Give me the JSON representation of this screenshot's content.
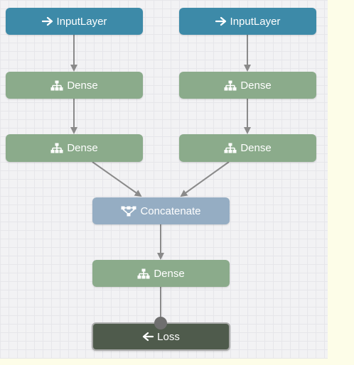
{
  "diagram": {
    "nodes": [
      {
        "id": "input1",
        "kind": "input",
        "label": "InputLayer",
        "icon": "arrow-right-icon"
      },
      {
        "id": "input2",
        "kind": "input",
        "label": "InputLayer",
        "icon": "arrow-right-icon"
      },
      {
        "id": "dense1",
        "kind": "dense",
        "label": "Dense",
        "icon": "hierarchy-icon"
      },
      {
        "id": "dense2",
        "kind": "dense",
        "label": "Dense",
        "icon": "hierarchy-icon"
      },
      {
        "id": "dense3",
        "kind": "dense",
        "label": "Dense",
        "icon": "hierarchy-icon"
      },
      {
        "id": "dense4",
        "kind": "dense",
        "label": "Dense",
        "icon": "hierarchy-icon"
      },
      {
        "id": "concat",
        "kind": "concat",
        "label": "Concatenate",
        "icon": "merge-icon"
      },
      {
        "id": "dense5",
        "kind": "dense",
        "label": "Dense",
        "icon": "hierarchy-icon"
      },
      {
        "id": "loss",
        "kind": "loss",
        "label": "Loss",
        "icon": "arrow-left-icon"
      }
    ],
    "edges": [
      {
        "from": "input1",
        "to": "dense1"
      },
      {
        "from": "input2",
        "to": "dense2"
      },
      {
        "from": "dense1",
        "to": "dense3"
      },
      {
        "from": "dense2",
        "to": "dense4"
      },
      {
        "from": "dense3",
        "to": "concat"
      },
      {
        "from": "dense4",
        "to": "concat"
      },
      {
        "from": "concat",
        "to": "dense5"
      },
      {
        "from": "dense5",
        "to": "loss"
      }
    ],
    "colors": {
      "input": "#3d8aa8",
      "dense": "#8bab8b",
      "concat": "#95adc3",
      "loss": "#4f5b4c",
      "edge": "#8a8a8a"
    }
  }
}
